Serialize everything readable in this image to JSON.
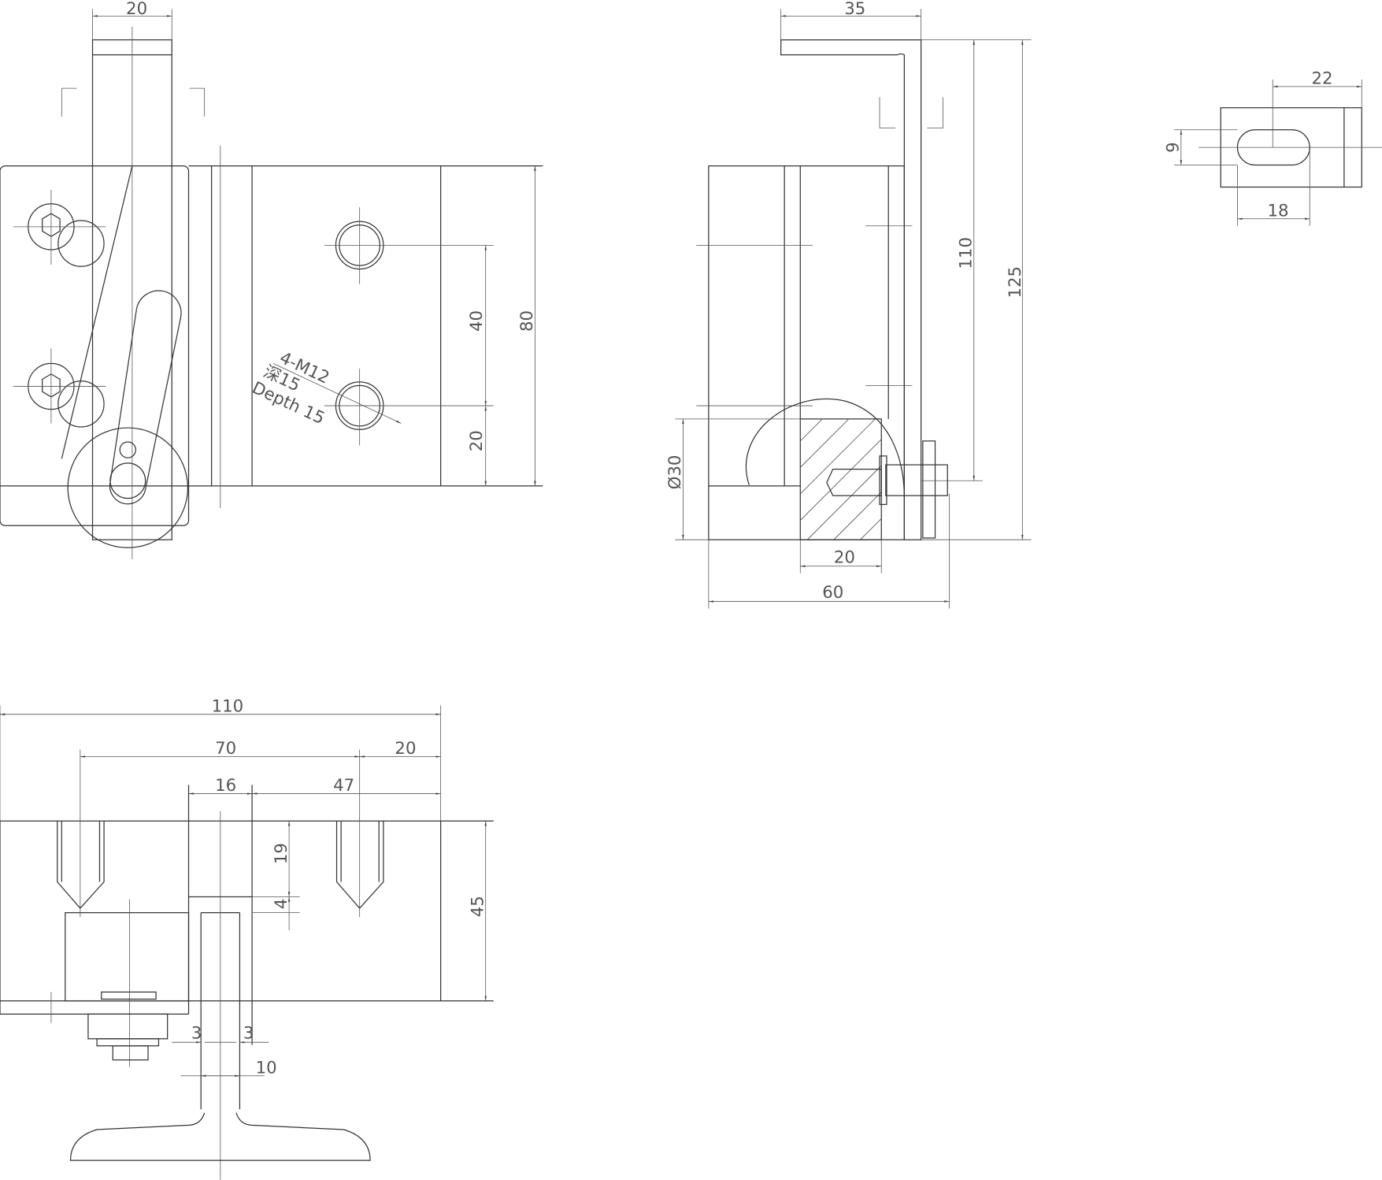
{
  "front_view": {
    "dims": {
      "top_width": "20",
      "spacing": "40",
      "bottom": "20",
      "height": "80"
    },
    "note": {
      "thread": "4-M12",
      "depth_cn": "深15",
      "depth_en": "Depth 15"
    }
  },
  "side_view": {
    "dims": {
      "top": "35",
      "inner_height": "110",
      "total_height": "125",
      "roller_dia": "Ø30",
      "roller_width": "20",
      "width": "60"
    }
  },
  "slot_detail": {
    "dims": {
      "length": "22",
      "height": "9",
      "slot": "18"
    }
  },
  "top_view": {
    "dims": {
      "total": "110",
      "hole_spacing": "70",
      "edge": "20",
      "center_width": "16",
      "offset": "47",
      "depth": "19",
      "gap": "4",
      "height": "45",
      "left_gap": "3",
      "right_gap": "3",
      "rail": "10"
    }
  }
}
